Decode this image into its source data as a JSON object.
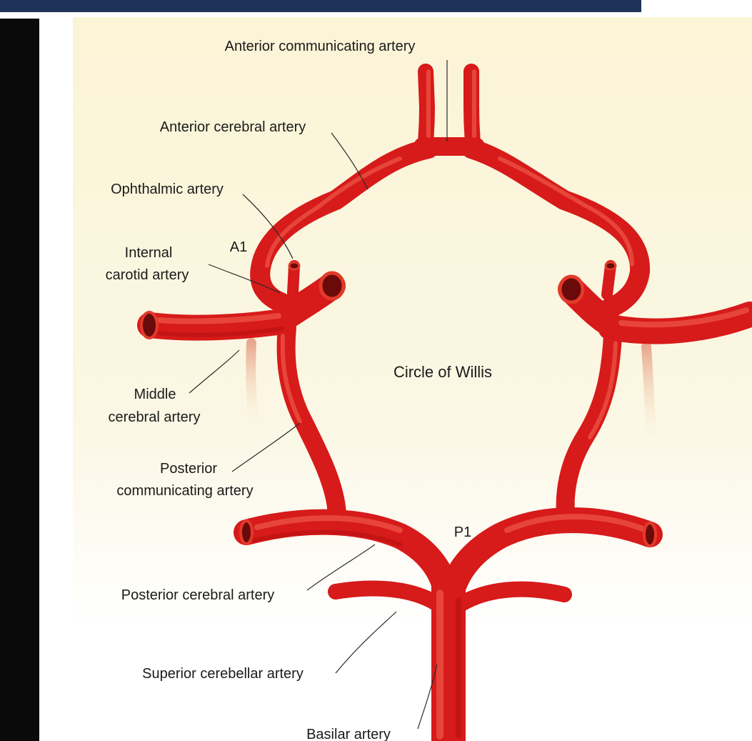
{
  "colors": {
    "top_bar": "#1f3358",
    "left_bar": "#0a0a0a",
    "background_tint": "#fbf4d6",
    "vessel": "#d71a1a",
    "vessel_highlight": "#ef5c4c",
    "vessel_lumen": "#6a0a0a"
  },
  "diagram": {
    "center_label": "Circle of Willis",
    "labels": {
      "anterior_communicating": "Anterior communicating artery",
      "anterior_cerebral": "Anterior cerebral artery",
      "ophthalmic": "Ophthalmic artery",
      "a1": "A1",
      "internal_carotid_1": "Internal",
      "internal_carotid_2": "carotid artery",
      "middle_cerebral_1": "Middle",
      "middle_cerebral_2": "cerebral artery",
      "posterior_communicating_1": "Posterior",
      "posterior_communicating_2": "communicating artery",
      "p1": "P1",
      "posterior_cerebral": "Posterior cerebral artery",
      "superior_cerebellar": "Superior cerebellar artery",
      "basilar": "Basilar artery"
    }
  }
}
